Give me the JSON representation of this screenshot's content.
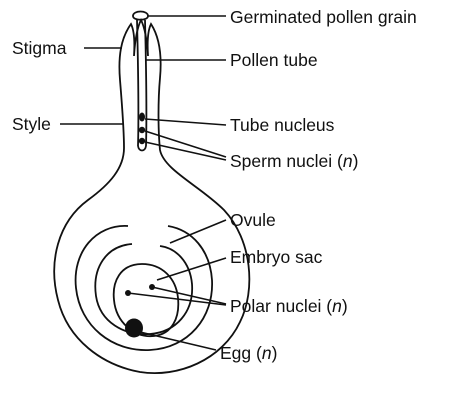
{
  "labels": {
    "germinated_pollen_grain": "Germinated pollen grain",
    "stigma": "Stigma",
    "pollen_tube": "Pollen tube",
    "style": "Style",
    "tube_nucleus": "Tube nucleus",
    "sperm_nuclei": {
      "text": "Sperm nuclei (",
      "ploidy": "n",
      "close": ")"
    },
    "ovule": "Ovule",
    "embryo_sac": "Embryo sac",
    "polar_nuclei": {
      "text": "Polar nuclei (",
      "ploidy": "n",
      "close": ")"
    },
    "egg": {
      "text": "Egg (",
      "ploidy": "n",
      "close": ")"
    }
  },
  "colors": {
    "ink": "#111111",
    "background": "#ffffff"
  }
}
